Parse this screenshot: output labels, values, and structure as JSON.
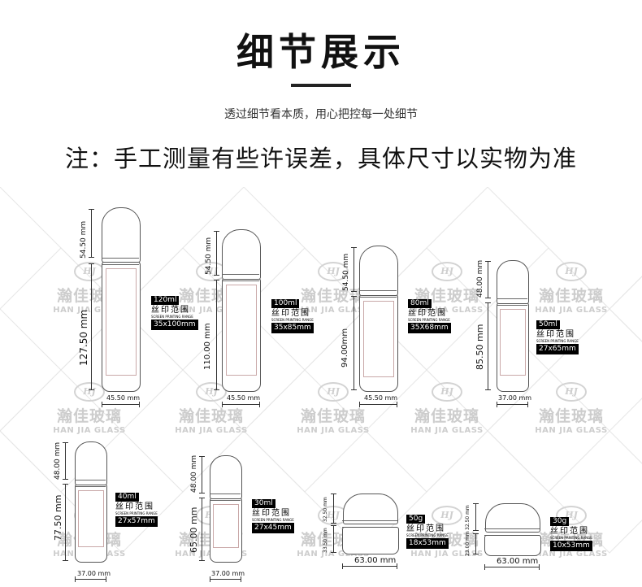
{
  "header": {
    "title": "细节展示",
    "subtitle": "透过细节看本质，用心把控每一处细节",
    "note": "注：手工测量有些许误差，具体尺寸以实物为准"
  },
  "watermark": {
    "badge": "HJ",
    "cn": "瀚佳玻璃",
    "en": "HAN JIA GLASS"
  },
  "print_label_cn": "丝印范围",
  "print_label_en": "SCREEN PRINTING RANGE",
  "products": [
    {
      "capacity": "120ml",
      "print_size": "35x100mm",
      "height": "127.50 mm",
      "cap_height": "54.50 mm",
      "width": "45.50 mm"
    },
    {
      "capacity": "100ml",
      "print_size": "35x85mm",
      "height": "110.00 mm",
      "cap_height": "54.50 mm",
      "width": "45.50 mm"
    },
    {
      "capacity": "80ml",
      "print_size": "35X68mm",
      "height": "94.00mm",
      "cap_height": "54.50 mm",
      "width": "45.50 mm"
    },
    {
      "capacity": "50ml",
      "print_size": "27x65mm",
      "height": "85.50 mm",
      "cap_height": "48.00 mm",
      "width": "37.00 mm"
    },
    {
      "capacity": "40ml",
      "print_size": "27x57mm",
      "height": "77.50 mm",
      "cap_height": "48.00 mm",
      "width": "37.00 mm"
    },
    {
      "capacity": "30ml",
      "print_size": "27x45mm",
      "height": "65.00 mm",
      "cap_height": "48.00 mm",
      "width": "37.00 mm"
    },
    {
      "capacity": "50g",
      "print_size": "18x53mm",
      "height": "33.50 mm",
      "cap_height": "32.50 mm",
      "width": "63.00 mm"
    },
    {
      "capacity": "30g",
      "print_size": "10x53mm",
      "height": "23.00 mm",
      "cap_height": "32.50 mm",
      "width": "63.00 mm"
    }
  ]
}
